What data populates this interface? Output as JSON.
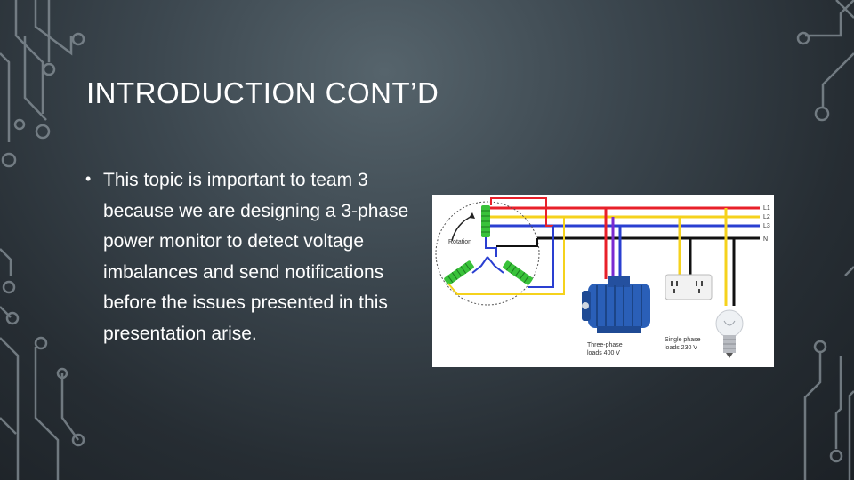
{
  "slide": {
    "title": "INTRODUCTION CONT’D",
    "bullets": [
      {
        "marker": "•",
        "text": "This topic is important to team 3 because we are designing a 3-phase power monitor to detect voltage imbalances and send notifications before the issues presented in this presentation arise."
      }
    ]
  },
  "diagram": {
    "rotation_label": "Rotation",
    "line_labels": [
      "L1",
      "L2",
      "L3",
      "N"
    ],
    "three_phase_label": [
      "Three-phase",
      "loads 400 V"
    ],
    "single_phase_label": [
      "Single phase",
      "loads 230 V"
    ]
  },
  "colors": {
    "L1": "#e8202a",
    "L2": "#f5d21c",
    "L3": "#2a3fd1",
    "N": "#111111",
    "coil": "#39c23a",
    "text": "#ffffff"
  }
}
